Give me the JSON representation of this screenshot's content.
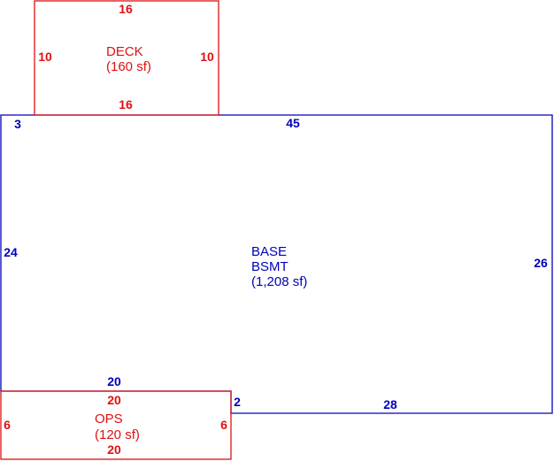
{
  "colors": {
    "deck": "#dd1111",
    "base": "#0000bb",
    "ops": "#dd1111"
  },
  "deck": {
    "name": "DECK",
    "area": "(160 sf)",
    "dims": {
      "top": "16",
      "bottom": "16",
      "left": "10",
      "right": "10"
    }
  },
  "base": {
    "name_line1": "BASE",
    "name_line2": "BSMT",
    "area": "(1,208 sf)",
    "dims": {
      "top_left": "3",
      "top": "45",
      "left": "24",
      "right": "26",
      "bottom_left": "20",
      "bottom_step": "2",
      "bottom_right": "28"
    }
  },
  "ops": {
    "name": "OPS",
    "area": "(120 sf)",
    "dims": {
      "top": "20",
      "bottom": "20",
      "left": "6",
      "right": "6"
    }
  }
}
